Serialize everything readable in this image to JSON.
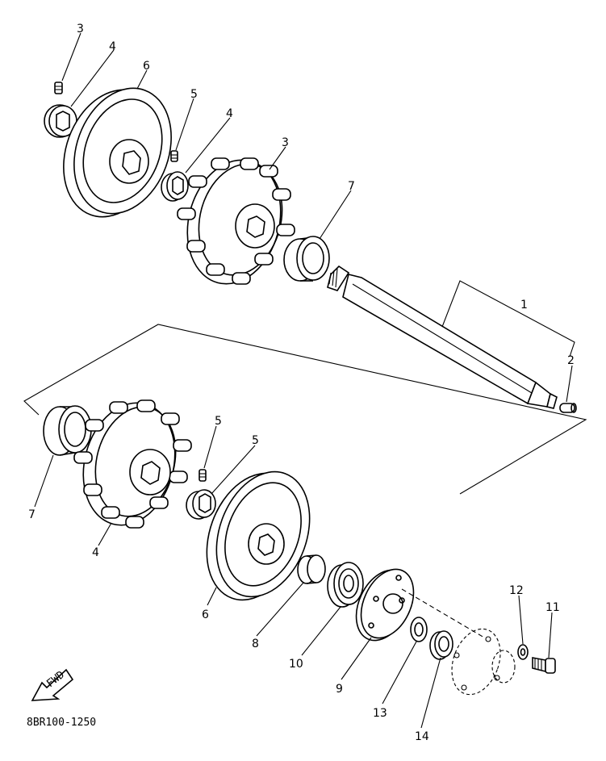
{
  "diagram": {
    "code": "8BR100-1250",
    "fwd_arrow_text": "FWD",
    "callouts": [
      {
        "id": "c1",
        "label": "1"
      },
      {
        "id": "c2",
        "label": "2"
      },
      {
        "id": "c3a",
        "label": "3"
      },
      {
        "id": "c3b",
        "label": "3"
      },
      {
        "id": "c4a",
        "label": "4"
      },
      {
        "id": "c4b",
        "label": "4"
      },
      {
        "id": "c4c",
        "label": "4"
      },
      {
        "id": "c5a",
        "label": "5"
      },
      {
        "id": "c5b",
        "label": "5"
      },
      {
        "id": "c5c",
        "label": "5"
      },
      {
        "id": "c6a",
        "label": "6"
      },
      {
        "id": "c6b",
        "label": "6"
      },
      {
        "id": "c7a",
        "label": "7"
      },
      {
        "id": "c7b",
        "label": "7"
      },
      {
        "id": "c8",
        "label": "8"
      },
      {
        "id": "c9",
        "label": "9"
      },
      {
        "id": "c10",
        "label": "10"
      },
      {
        "id": "c11",
        "label": "11"
      },
      {
        "id": "c12",
        "label": "12"
      },
      {
        "id": "c13",
        "label": "13"
      },
      {
        "id": "c14",
        "label": "14"
      }
    ]
  }
}
